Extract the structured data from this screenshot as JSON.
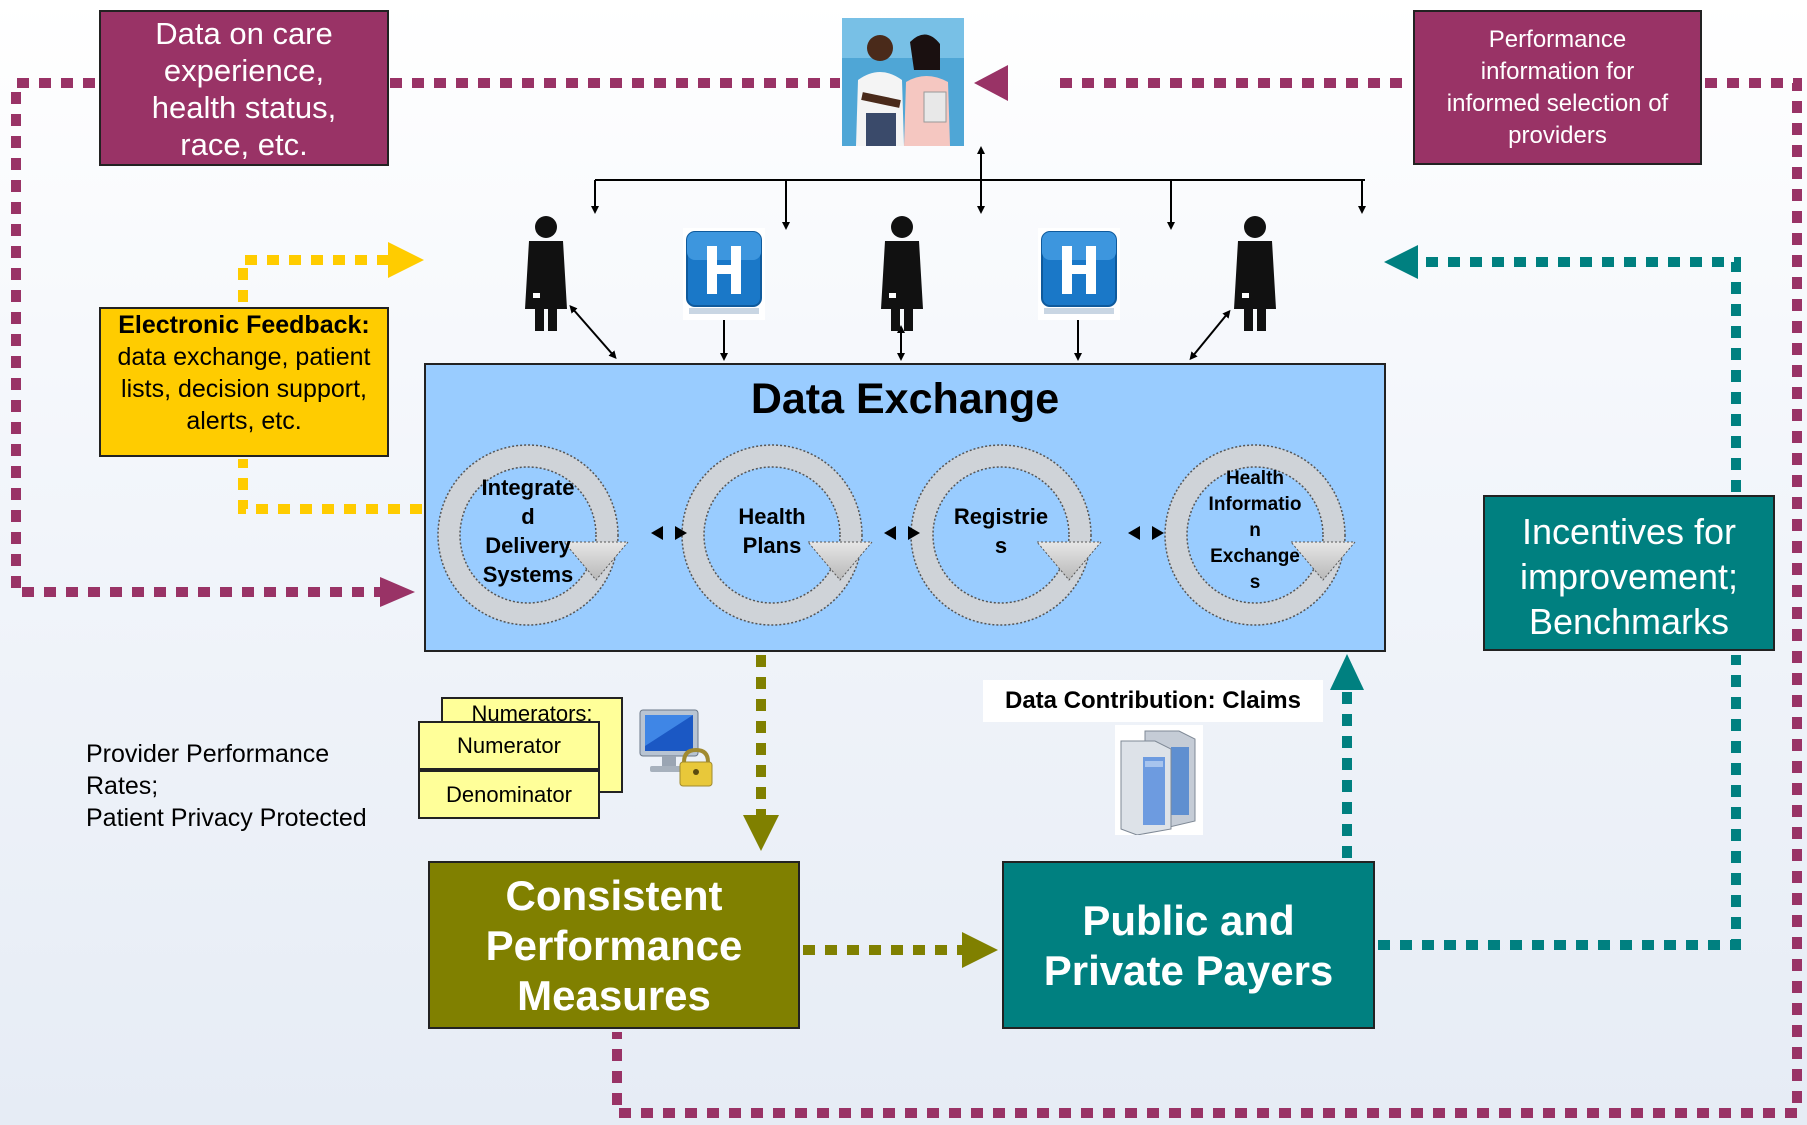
{
  "care_box": {
    "lines": [
      "Data on care",
      "experience,",
      "health status,",
      "race, etc."
    ]
  },
  "performance_box": {
    "lines": [
      "Performance",
      "information for",
      "informed selection of",
      "providers"
    ]
  },
  "feedback_box": {
    "bold": "Electronic Feedback:",
    "rest": " data exchange, patient lists, decision support, alerts, etc."
  },
  "data_exchange": {
    "title": "Data Exchange",
    "cycles": [
      {
        "lines": [
          "Integrate",
          "d",
          "Delivery",
          "Systems"
        ]
      },
      {
        "lines": [
          "Health",
          "Plans"
        ]
      },
      {
        "lines": [
          "Registrie",
          "s"
        ]
      },
      {
        "lines": [
          "Health",
          "Informatio",
          "n",
          "Exchange",
          "s"
        ]
      }
    ]
  },
  "incentives_box": {
    "lines": [
      "Incentives for",
      "improvement;",
      "Benchmarks"
    ]
  },
  "measures_box": {
    "lines": [
      "Consistent",
      "Performance",
      "Measures"
    ]
  },
  "payers_box": {
    "lines": [
      "Public and",
      "Private Payers"
    ]
  },
  "provider_text": {
    "lines": [
      "Provider Performance",
      "Rates;",
      "Patient Privacy Protected"
    ]
  },
  "cards": {
    "back": "Numerators:",
    "numerator": "Numerator",
    "denominator": "Denominator"
  },
  "claims_label": "Data Contribution: Claims",
  "icons": [
    "patients-icon",
    "physician-icon",
    "hospital-icon",
    "computer-lock-icon",
    "server-icon"
  ],
  "colors": {
    "maroon": "#993366",
    "yellow": "#ffcc00",
    "teal": "#008080",
    "olive": "#808000",
    "exchange_blue": "#99ccff"
  }
}
